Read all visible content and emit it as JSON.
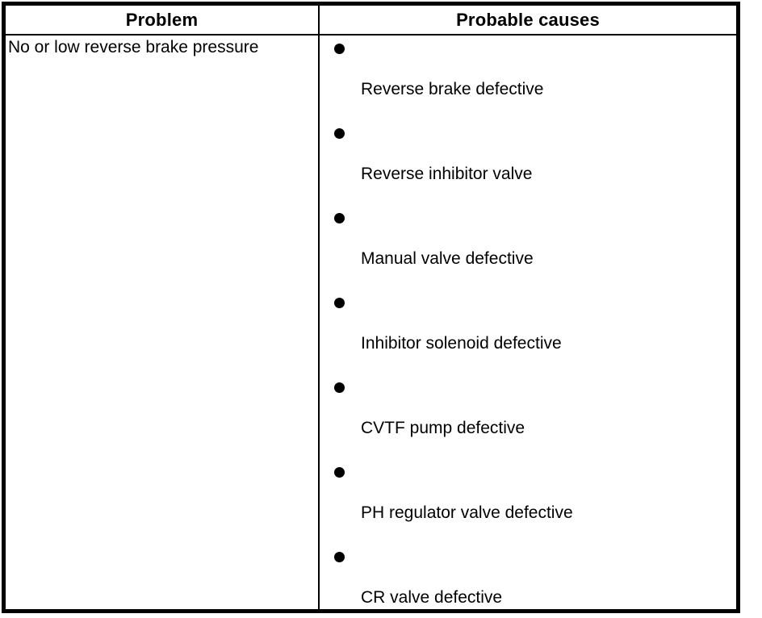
{
  "table": {
    "headers": {
      "problem": "Problem",
      "causes": "Probable causes"
    },
    "row": {
      "problem": "No or low reverse brake pressure",
      "causes": [
        "Reverse brake defective",
        "Reverse inhibitor valve",
        "Manual valve defective",
        "Inhibitor solenoid defective",
        "CVTF pump defective",
        "PH regulator valve defective",
        "CR valve defective"
      ]
    },
    "colors": {
      "border": "#000000",
      "text": "#000000",
      "background": "#ffffff"
    }
  }
}
